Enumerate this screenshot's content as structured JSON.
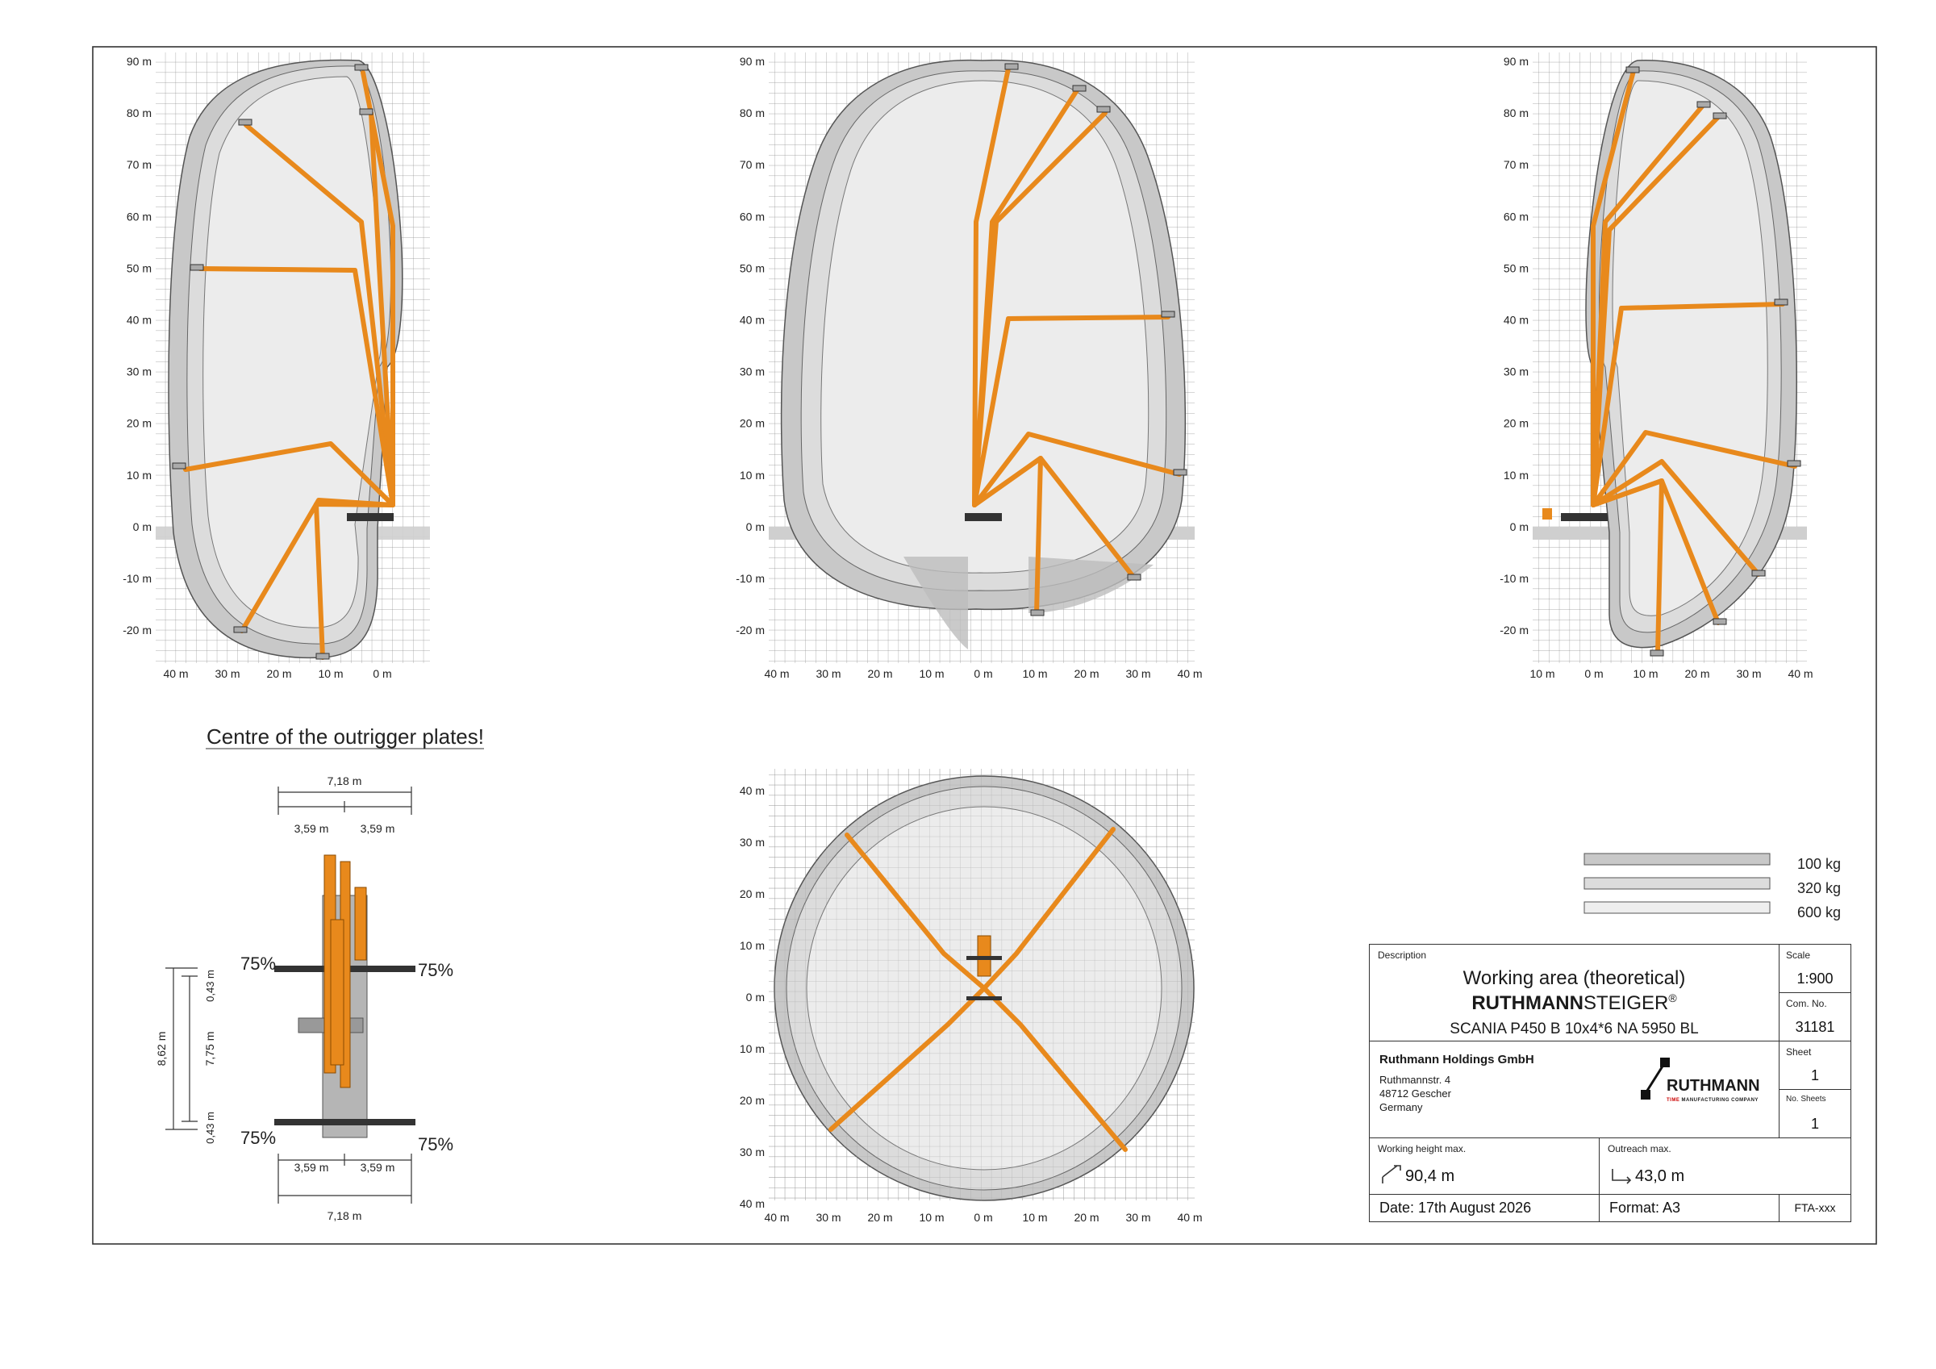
{
  "axes": {
    "height_ticks": [
      "90 m",
      "80 m",
      "70 m",
      "60 m",
      "50 m",
      "40 m",
      "30 m",
      "20 m",
      "10 m",
      "0 m",
      "-10 m",
      "-20 m"
    ],
    "side_left_x_ticks": [
      "40 m",
      "30 m",
      "20 m",
      "10 m",
      "0 m"
    ],
    "rear_x_ticks": [
      "40 m",
      "30 m",
      "20 m",
      "10 m",
      "0 m",
      "10 m",
      "20 m",
      "30 m",
      "40 m"
    ],
    "side_right_x_ticks": [
      "10 m",
      "0 m",
      "10 m",
      "20 m",
      "30 m",
      "40 m"
    ],
    "top_y_ticks": [
      "40 m",
      "30 m",
      "20 m",
      "10 m",
      "0 m",
      "10 m",
      "20 m",
      "30 m",
      "40 m"
    ],
    "top_x_ticks": [
      "40 m",
      "30 m",
      "20 m",
      "10 m",
      "0 m",
      "10 m",
      "20 m",
      "30 m",
      "40 m"
    ]
  },
  "outrigger": {
    "heading": "Centre of the outrigger plates!",
    "width_total": "7,18 m",
    "width_half": "3,59 m",
    "length_total": "8,62 m",
    "length_inner": "7,75 m",
    "offset": "0,43 m",
    "load_pct": "75%"
  },
  "legend": [
    {
      "label": "100 kg",
      "color": "#c8c8c8"
    },
    {
      "label": "320 kg",
      "color": "#dcdcdc"
    },
    {
      "label": "600 kg",
      "color": "#eeeeee"
    }
  ],
  "title_block": {
    "description_label": "Description",
    "title": "Working area (theoretical)",
    "brand_bold": "RUTHMANN",
    "brand_light": "STEIGER",
    "brand_reg": "®",
    "model": "SCANIA P450 B 10x4*6 NA 5950 BL",
    "scale_label": "Scale",
    "scale": "1:900",
    "com_label": "Com. No.",
    "com_no": "31181",
    "sheet_label": "Sheet",
    "sheet": "1",
    "nsheets_label": "No. Sheets",
    "nsheets": "1",
    "company": "Ruthmann Holdings GmbH",
    "address1": "Ruthmannstr. 4",
    "address2": "48712 Gescher",
    "address3": "Germany",
    "logo_text": "RUTHMANN",
    "logo_sub": "MANUFACTURING COMPANY",
    "logo_tag": "TIME",
    "wh_label": "Working height max.",
    "wh": "90,4 m",
    "or_label": "Outreach max.",
    "or": "43,0 m",
    "date": "Date: 17th August 2026",
    "format": "Format: A3",
    "fta": "FTA-xxx"
  },
  "colors": {
    "boom": "#e8891c",
    "boom_edge": "#8a4a00",
    "grid": "#8a8a8a",
    "zone_outer": "#c8c8c8",
    "zone_mid": "#dcdcdc",
    "zone_inner": "#ececec",
    "ground": "#cfcfcf"
  }
}
